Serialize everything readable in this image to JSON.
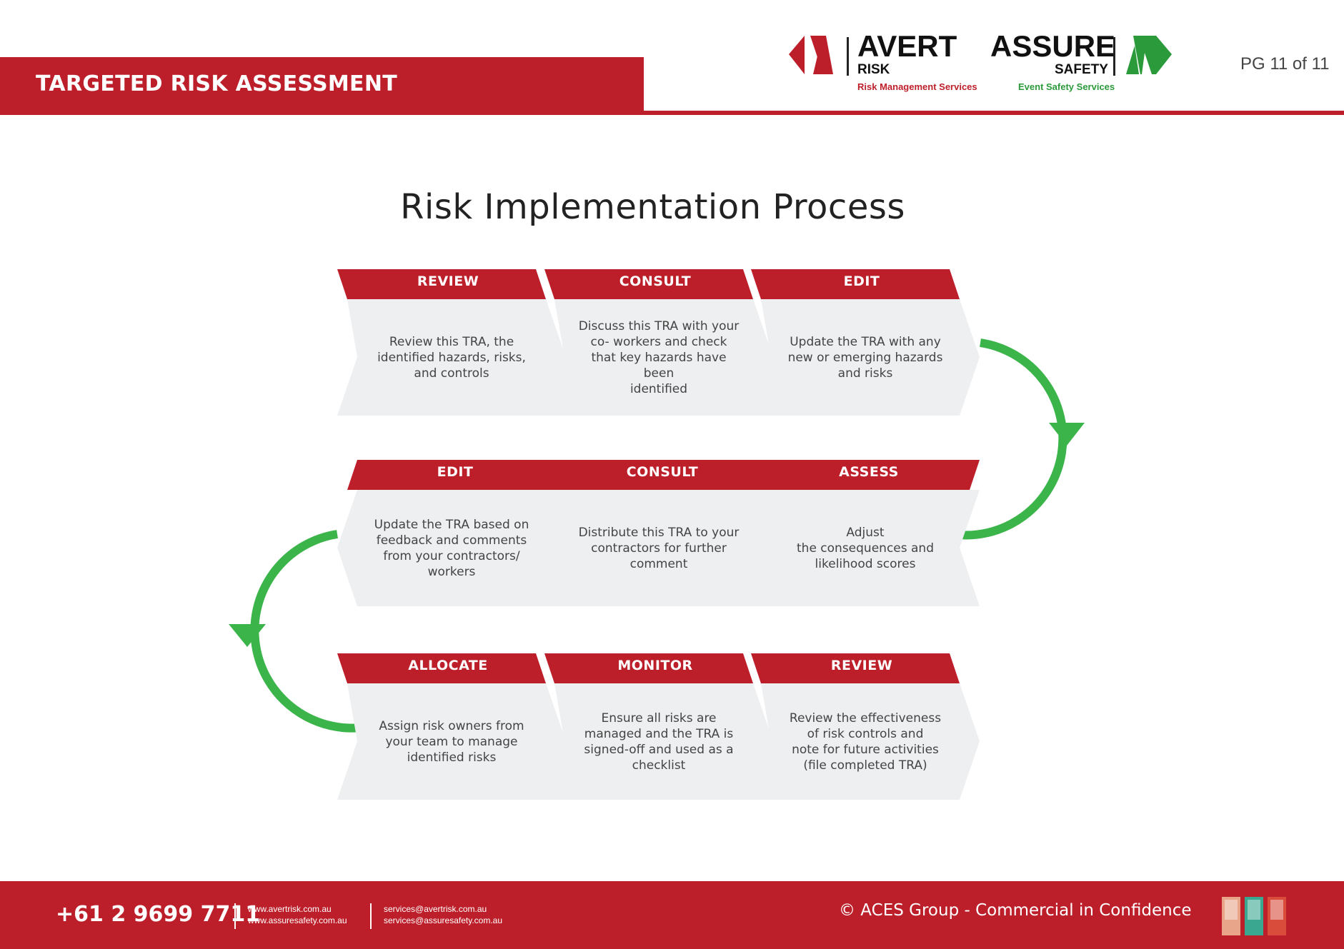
{
  "header": {
    "title": "TARGETED RISK ASSESSMENT",
    "page": "PG 11 of 11",
    "logos": {
      "avert": {
        "name": "AVERT",
        "sub": "RISK",
        "tagline": "Risk Management Services",
        "color": "#bd1f2a"
      },
      "assure": {
        "name": "ASSURE",
        "sub": "SAFETY",
        "tagline": "Event Safety Services",
        "color": "#2a9a3a"
      }
    }
  },
  "title": "Risk Implementation Process",
  "flow": {
    "arrow_color": "#3bb44a",
    "rows": [
      {
        "steps": [
          {
            "heading": "REVIEW",
            "text": "Review this TRA, the\nidentified hazards, risks,\nand controls"
          },
          {
            "heading": "CONSULT",
            "text": "Discuss this TRA with your\nco- workers and check\nthat key hazards have been\nidentified"
          },
          {
            "heading": "EDIT",
            "text": "Update the TRA with any\nnew or emerging hazards\nand risks"
          }
        ]
      },
      {
        "steps": [
          {
            "heading": "EDIT",
            "text": "Update the TRA based on\nfeedback and comments\nfrom your contractors/\nworkers"
          },
          {
            "heading": "CONSULT",
            "text": "Distribute this TRA to your\ncontractors for further\ncomment"
          },
          {
            "heading": "ASSESS",
            "text": "Adjust\nthe consequences and\nlikelihood scores"
          }
        ]
      },
      {
        "steps": [
          {
            "heading": "ALLOCATE",
            "text": "Assign risk owners from\nyour team to manage\nidentified risks"
          },
          {
            "heading": "MONITOR",
            "text": "Ensure all risks are\nmanaged and the TRA is\nsigned-off and used as a\nchecklist"
          },
          {
            "heading": "REVIEW",
            "text": "Review the effectiveness\nof risk controls and\nnote for future activities\n(file completed TRA)"
          }
        ]
      }
    ]
  },
  "footer": {
    "phone": "+61 2 9699 7711",
    "web1": "www.avertrisk.com.au",
    "web2": "www.assuresafety.com.au",
    "email1": "services@avertrisk.com.au",
    "email2": "services@assuresafety.com.au",
    "copyright": "© ACES Group - Commercial in Confidence",
    "brand_color": "#bd1f2a"
  }
}
